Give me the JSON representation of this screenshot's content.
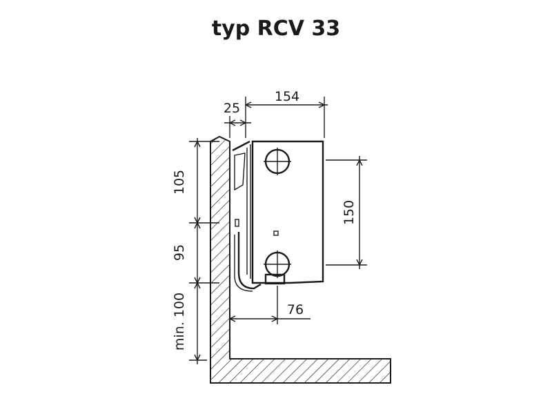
{
  "title": "typ RCV 33",
  "dimensions": {
    "depth": "154",
    "wall_gap": "25",
    "connection_spacing": "150",
    "top_height": "105",
    "middle_height": "95",
    "floor_clearance": "min. 100",
    "pipe_offset": "76"
  },
  "colors": {
    "line": "#1a1a1a",
    "background": "#ffffff"
  }
}
